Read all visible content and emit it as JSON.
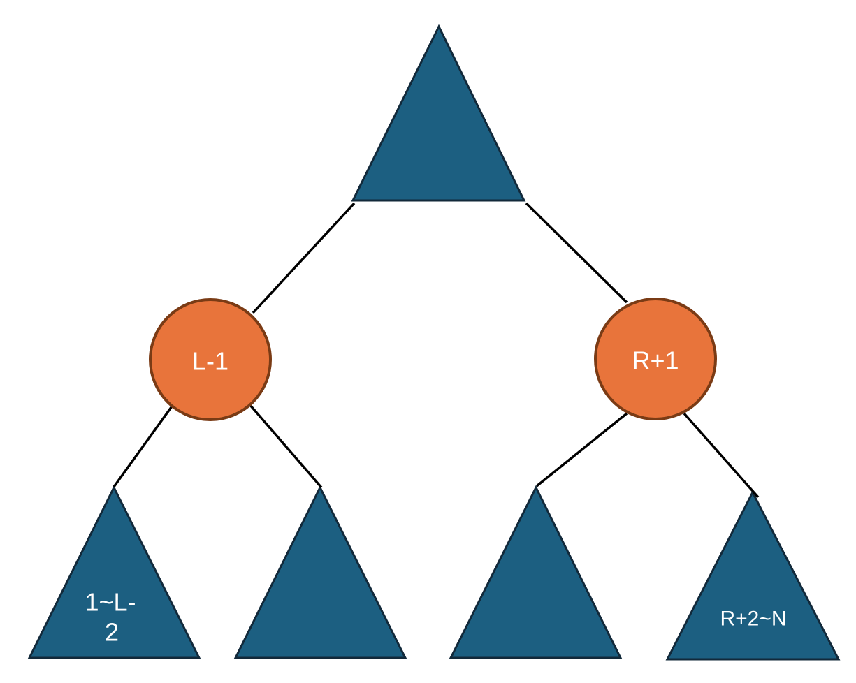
{
  "diagram": {
    "background": "#ffffff",
    "colors": {
      "triangle_fill": "#1C5F81",
      "triangle_stroke": "#12293A",
      "circle_fill": "#E8743B",
      "circle_stroke": "#7A3B15",
      "edge_stroke": "#000000",
      "label_color": "#FFFFFF"
    },
    "nodes": {
      "root": {
        "type": "triangle",
        "label": ""
      },
      "left_child": {
        "type": "circle",
        "label": "L-1"
      },
      "right_child": {
        "type": "circle",
        "label": "R+1"
      },
      "leaf_far_left": {
        "type": "triangle",
        "label": "1~L-2",
        "label_lines": [
          "1~L-",
          "2"
        ]
      },
      "leaf_mid_left": {
        "type": "triangle",
        "label": ""
      },
      "leaf_mid_right": {
        "type": "triangle",
        "label": ""
      },
      "leaf_far_right": {
        "type": "triangle",
        "label": "R+2~N"
      }
    },
    "edges": [
      {
        "from": "root",
        "to": "left_child"
      },
      {
        "from": "root",
        "to": "right_child"
      },
      {
        "from": "left_child",
        "to": "leaf_far_left"
      },
      {
        "from": "left_child",
        "to": "leaf_mid_left"
      },
      {
        "from": "right_child",
        "to": "leaf_mid_right"
      },
      {
        "from": "right_child",
        "to": "leaf_far_right"
      }
    ]
  }
}
